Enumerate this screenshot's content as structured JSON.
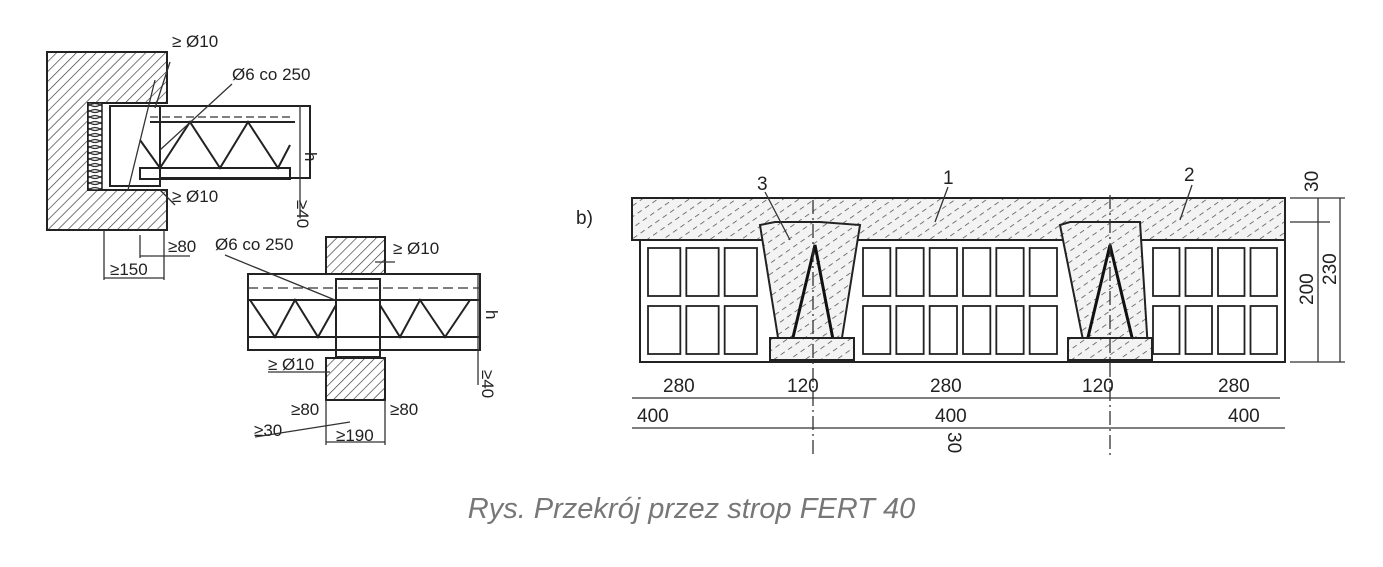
{
  "detail_a": {
    "bar_top": "≥ Ø10",
    "stirrup": "Ø6 co 250",
    "height": "h",
    "bar_bottom": "≥ Ø10",
    "min_40": "≥40",
    "min_80": "≥80",
    "min_150": "≥150"
  },
  "detail_b": {
    "stirrup": "Ø6 co 250",
    "bar_top": "≥ Ø10",
    "height": "h",
    "bar_bottom": "≥ Ø10",
    "min_40": "≥40",
    "min_80_left": "≥80",
    "min_80_right": "≥80",
    "min_30": "≥30",
    "min_190": "≥190"
  },
  "section_b": {
    "label": "b)",
    "markers": [
      "3",
      "1",
      "2"
    ],
    "dim_topping": "30",
    "dim_block": "200",
    "dim_total": "230",
    "widths_row1": [
      "280",
      "120",
      "280",
      "120",
      "280"
    ],
    "widths_row2": [
      "400",
      "400",
      "400"
    ],
    "dim_bottom": "30"
  },
  "caption": "Rys. Przekrój przez strop FERT 40"
}
